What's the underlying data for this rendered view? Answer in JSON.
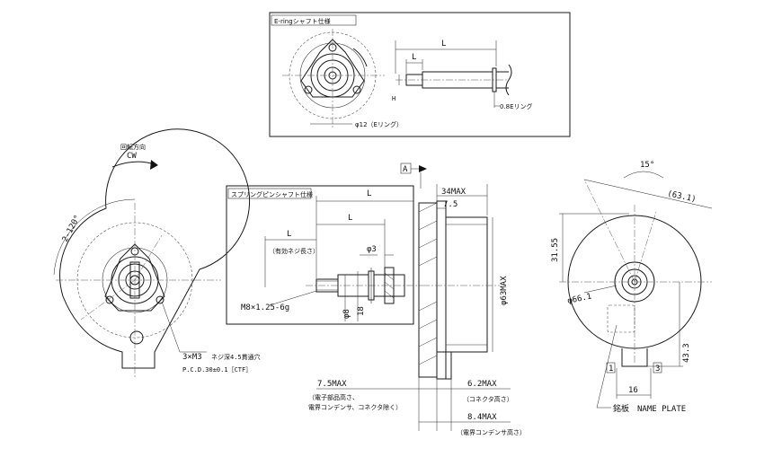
{
  "inset_top": {
    "title": "E-ringシャフト仕様",
    "L_outer": "L",
    "L_inner": "L",
    "H": "H",
    "e_ring": "0.8Eリング",
    "phi_e_ring": "φ12（Eリング）"
  },
  "inset_spring": {
    "title": "スプリングピンシャフト仕様",
    "L_outer": "L",
    "L_mid": "L",
    "L_thread": "L",
    "thread_note": "（有効ネジ長さ）",
    "phi3": "φ3",
    "thread": "M8×1.25-6g",
    "phi8": "φ8",
    "d18": "18"
  },
  "left_view": {
    "rotation_label": "回転方向",
    "rotation_dir": "CW",
    "angle": "2-120°",
    "screw": "3×M3",
    "screw_note": "ネジ深4.5貫通穴",
    "pcd": "P.C.D.30±0.1［CTF］"
  },
  "center_view": {
    "datum": "A",
    "d34max": "34MAX",
    "d75": "7.5",
    "phi63": "φ63MAX",
    "d75max": "7.5MAX",
    "d75max_note1": "（電子部品高さ、",
    "d75max_note2": "電界コンデンサ、コネクタ除く）",
    "d62max": "6.2MAX",
    "d62max_note": "（コネクタ高さ）",
    "d84max": "8.4MAX",
    "d84max_note": "（電界コンデンサ高さ）"
  },
  "right_view": {
    "angle15": "15°",
    "d631": "(63.1)",
    "d3155": "31.55",
    "phi661": "φ66.1",
    "d433": "43.3",
    "d16": "16",
    "pin1": "1",
    "pin3": "3",
    "nameplate": "銘板　NAME PLATE"
  }
}
